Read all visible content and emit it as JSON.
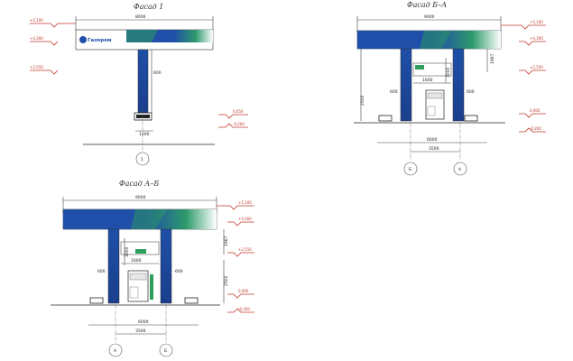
{
  "views": [
    {
      "title": "Фасад 1",
      "dims": {
        "top_width": "8000",
        "column_height": "600",
        "base_width": "1200"
      },
      "logo": "Газпром",
      "axes": [
        "1"
      ],
      "levels": [
        "+5,100",
        "+4,300",
        "+2,550"
      ],
      "ground_levels": [
        "0,050",
        "-0,200"
      ]
    },
    {
      "title": "Фасад Б–А",
      "dims": {
        "top_width": "9000",
        "left_height": "600",
        "right_height": "600",
        "side_height": "2500",
        "right_side_height": "1967",
        "inner_height": "3000",
        "inner_width": "1600",
        "bottom_width": "6000",
        "bottom_inner": "3500"
      },
      "axes": [
        "Б",
        "А"
      ],
      "levels": [
        "+5,100",
        "+4,300",
        "+2,550"
      ],
      "ground_levels": [
        "0,000",
        "-0,200"
      ]
    },
    {
      "title": "Фасад А–Б",
      "dims": {
        "top_width": "9000",
        "left_height": "600",
        "right_height": "600",
        "side_height": "2500",
        "right_side_height": "1967",
        "inner_height": "3000",
        "inner_width": "1600",
        "bottom_width": "6000",
        "bottom_inner": "3500"
      },
      "axes": [
        "А",
        "Б"
      ],
      "levels": [
        "+5,100",
        "+4,300",
        "+2,550"
      ],
      "ground_levels": [
        "0,000",
        "-0,200"
      ]
    }
  ],
  "colors": {
    "blue": "#1f4fa8",
    "green": "#2e9e5b",
    "level": "#c0392b"
  }
}
